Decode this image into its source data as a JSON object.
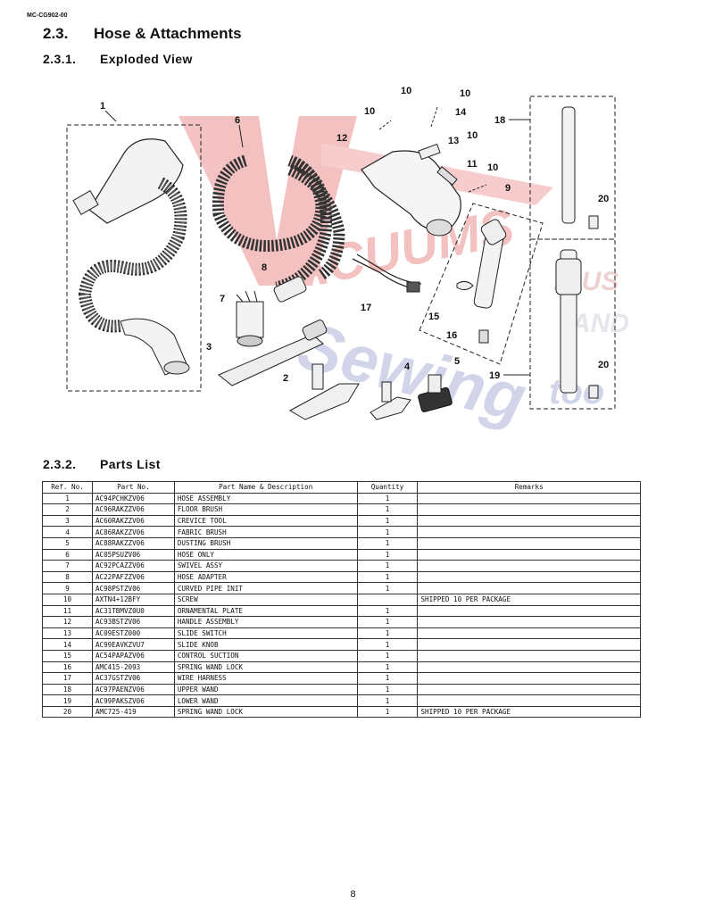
{
  "doc_code": "MC-CG902-00",
  "section": {
    "number": "2.3.",
    "title": "Hose & Attachments"
  },
  "subsection_view": {
    "number": "2.3.1.",
    "title": "Exploded View"
  },
  "subsection_parts": {
    "number": "2.3.2.",
    "title": "Parts List"
  },
  "diagram": {
    "callouts": [
      "1",
      "2",
      "3",
      "4",
      "5",
      "6",
      "7",
      "8",
      "9",
      "10",
      "10",
      "10",
      "10",
      "11",
      "12",
      "13",
      "14",
      "15",
      "16",
      "17",
      "18",
      "19",
      "20",
      "20"
    ],
    "watermark": [
      "ACUUMS",
      "R-US",
      "AND",
      "Sewing",
      "too"
    ]
  },
  "parts_table": {
    "headers": [
      "Ref. No.",
      "Part No.",
      "Part Name & Description",
      "Quantity",
      "Remarks"
    ],
    "rows": [
      [
        "1",
        "AC94PCHKZV06",
        "HOSE ASSEMBLY",
        "1",
        ""
      ],
      [
        "2",
        "AC96RAKZZV06",
        "FLOOR BRUSH",
        "1",
        ""
      ],
      [
        "3",
        "AC60RAKZZV06",
        "CREVICE TOOL",
        "1",
        ""
      ],
      [
        "4",
        "AC86RAKZZV06",
        "FABRIC BRUSH",
        "1",
        ""
      ],
      [
        "5",
        "AC88RAKZZV06",
        "DUSTING BRUSH",
        "1",
        ""
      ],
      [
        "6",
        "AC05PSUZV06",
        "HOSE ONLY",
        "1",
        ""
      ],
      [
        "7",
        "AC92PCAZZV06",
        "SWIVEL ASSY",
        "1",
        ""
      ],
      [
        "8",
        "AC22PAFZZV06",
        "HOSE ADAPTER",
        "1",
        ""
      ],
      [
        "9",
        "AC98PSTZV06",
        "CURVED PIPE INIT",
        "1",
        ""
      ],
      [
        "10",
        "AXTN4+12BFY",
        "SCREW",
        "",
        "SHIPPED 10 PER PACKAGE"
      ],
      [
        "11",
        "AC31TBMVZ0U0",
        "ORNAMENTAL PLATE",
        "1",
        ""
      ],
      [
        "12",
        "AC93BSTZV06",
        "HANDLE ASSEMBLY",
        "1",
        ""
      ],
      [
        "13",
        "AC09ESTZ000",
        "SLIDE SWITCH",
        "1",
        ""
      ],
      [
        "14",
        "AC99EAVKZVU7",
        "SLIDE KNOB",
        "1",
        ""
      ],
      [
        "15",
        "AC54PAPAZV06",
        "CONTROL SUCTION",
        "1",
        ""
      ],
      [
        "16",
        "AMC415-2093",
        "SPRING WAND LOCK",
        "1",
        ""
      ],
      [
        "17",
        "AC37GSTZV06",
        "WIRE HARNESS",
        "1",
        ""
      ],
      [
        "18",
        "AC97PAENZV06",
        "UPPER WAND",
        "1",
        ""
      ],
      [
        "19",
        "AC99PAKSZV06",
        "LOWER WAND",
        "1",
        ""
      ],
      [
        "20",
        "AMC725-419",
        "SPRING WAND LOCK",
        "1",
        "SHIPPED 10 PER PACKAGE"
      ]
    ]
  },
  "page_number": "8"
}
